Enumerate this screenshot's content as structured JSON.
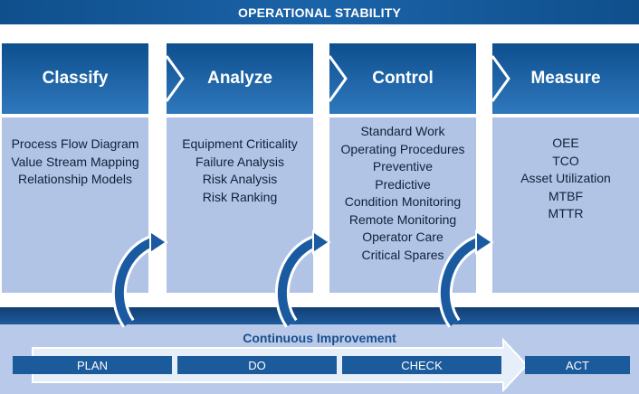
{
  "banner": {
    "title": "OPERATIONAL STABILITY"
  },
  "phases": [
    {
      "title": "Classify",
      "items": [
        "Process Flow Diagram",
        "Value Stream Mapping",
        "Relationship Models"
      ]
    },
    {
      "title": "Analyze",
      "items": [
        "Equipment Criticality",
        "Failure Analysis",
        "Risk Analysis",
        "Risk Ranking"
      ]
    },
    {
      "title": "Control",
      "items": [
        "Standard Work",
        "Operating Procedures",
        "Preventive",
        "Predictive",
        "Condition Monitoring",
        "Remote Monitoring",
        "Operator Care",
        "Critical Spares"
      ]
    },
    {
      "title": "Measure",
      "items": [
        "OEE",
        "TCO",
        "Asset Utilization",
        "MTBF",
        "MTTR"
      ]
    }
  ],
  "continuous_improvement": {
    "title": "Continuous Improvement",
    "steps": [
      "PLAN",
      "DO",
      "CHECK",
      "ACT"
    ]
  },
  "colors": {
    "dark_blue": "#0f4f8c",
    "light_blue": "#b2c4e6",
    "arrow_white": "#ffffff"
  }
}
